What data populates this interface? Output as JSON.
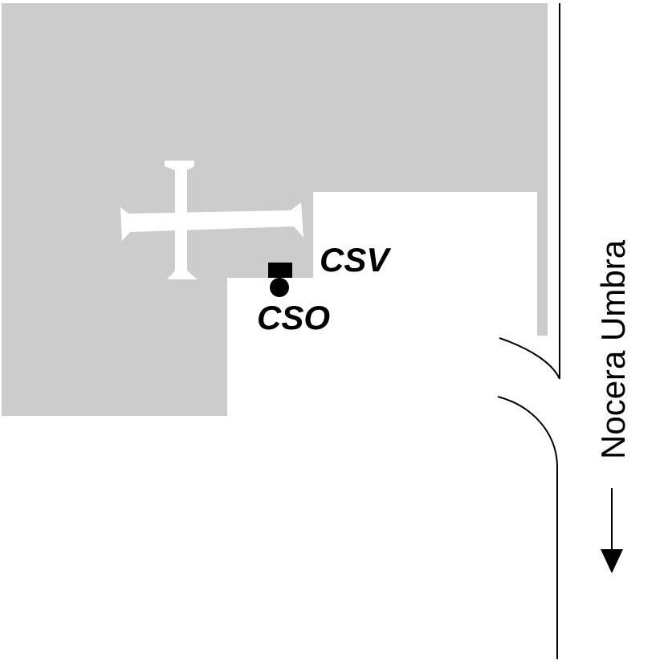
{
  "map": {
    "colors": {
      "area_fill": "#cccccc",
      "ink": "#000000",
      "background": "#ffffff"
    },
    "stations": [
      {
        "id": "csv",
        "label": "CSV",
        "marker": "square"
      },
      {
        "id": "cso",
        "label": "CSO",
        "marker": "circle"
      }
    ],
    "road": {
      "label": "Nocera Umbra",
      "direction_icon": "arrow-down-icon"
    },
    "landmark_icon": "cross-icon"
  }
}
